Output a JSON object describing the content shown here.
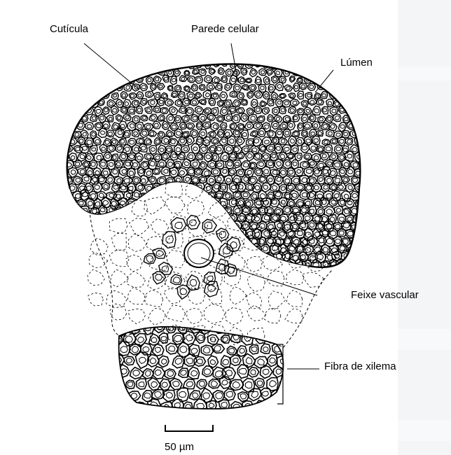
{
  "figure": {
    "labels": {
      "cuticle": "Cutícula",
      "cell_wall": "Parede celular",
      "lumen": "Lúmen",
      "vascular_bundle": "Feixe vascular",
      "xylem_fiber": "Fibra de xilema",
      "scale_bar": "50 µm"
    },
    "colors": {
      "ink": "#000000",
      "background": "#ffffff",
      "side_panel": "#f4f5f7"
    }
  }
}
